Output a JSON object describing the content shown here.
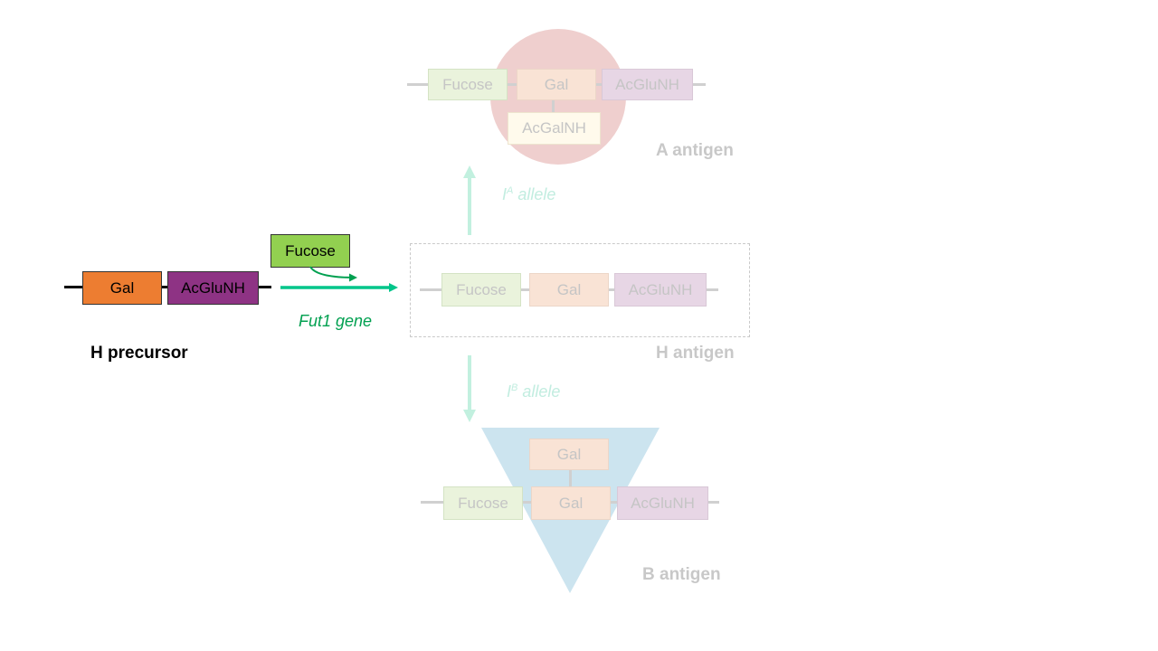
{
  "sugars": {
    "fucose": "Fucose",
    "gal": "Gal",
    "acglunh": "AcGluNH",
    "acgalnh": "AcGalNH"
  },
  "labels": {
    "h_precursor": "H precursor",
    "h_antigen": "H antigen",
    "a_antigen": "A antigen",
    "b_antigen": "B antigen",
    "fut1_gene": "Fut1 gene",
    "allele_word": "allele",
    "allele_base": "I",
    "allele_a_sup": "A",
    "allele_b_sup": "B"
  },
  "colors": {
    "fucose": "#92d050",
    "gal": "#ed7d31",
    "acglunh": "#8e3384",
    "acgalnh": "#fff2cc",
    "fut1_arrow": "#00c58a",
    "fut1_text": "#00a050",
    "a_circle": "#e8b7b5",
    "b_triangle": "#9ec8dc",
    "faded_arrow": "#c2f0df",
    "faded_label": "#c8c8c8"
  }
}
